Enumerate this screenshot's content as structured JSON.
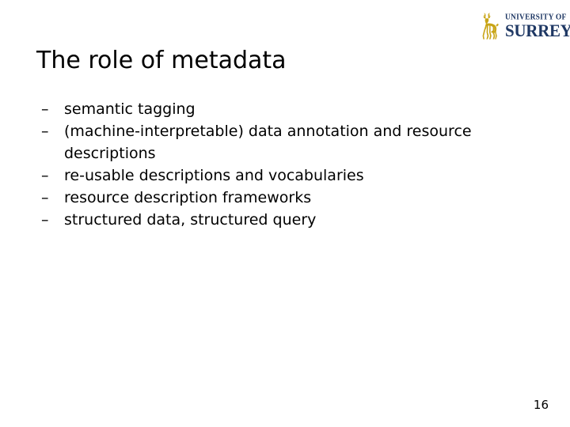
{
  "slide": {
    "title": "The role of metadata",
    "page_number": "16",
    "background_color": "#ffffff",
    "text_color": "#000000"
  },
  "logo": {
    "name": "university-of-surrey-logo",
    "line1": "UNIVERSITY OF",
    "line2": "SURREY",
    "stag_color": "#c8a415",
    "wordmark_color": "#1f3864"
  },
  "bullets": [
    {
      "marker": "–",
      "text": "semantic tagging"
    },
    {
      "marker": "–",
      "text": "(machine-interpretable) data annotation and resource descriptions"
    },
    {
      "marker": "–",
      "text": "re-usable descriptions and vocabularies"
    },
    {
      "marker": "–",
      "text": "resource description frameworks"
    },
    {
      "marker": "–",
      "text": "structured data, structured query"
    }
  ]
}
